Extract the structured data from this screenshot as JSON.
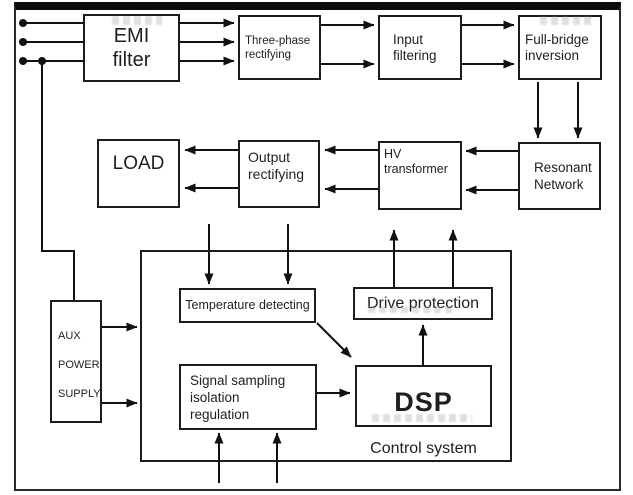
{
  "diagram": {
    "power_chain": {
      "emi_filter": "EMI\nfilter",
      "three_phase_rectifying": "Three-phase\nrectifying",
      "input_filtering": "Input\nfiltering",
      "full_bridge_inversion": "Full-bridge\ninversion",
      "resonant_network": "Resonant\nNetwork",
      "hv_transformer": "HV\ntransformer",
      "output_rectifying": "Output\nrectifying",
      "load": "LOAD"
    },
    "control_section": {
      "temperature_detecting": "Temperature detecting",
      "drive_protection": "Drive protection",
      "signal_sampling": "Signal sampling\nisolation\nregulation",
      "dsp_title": "DSP",
      "dsp_subtitle": "Control system"
    },
    "aux_power_supply": "AUX\nPOWER\nSUPPLY",
    "colors": {
      "line": "#111111",
      "box_border": "#1c1c1c",
      "background": "#ffffff",
      "text": "#1f1f1f"
    }
  }
}
